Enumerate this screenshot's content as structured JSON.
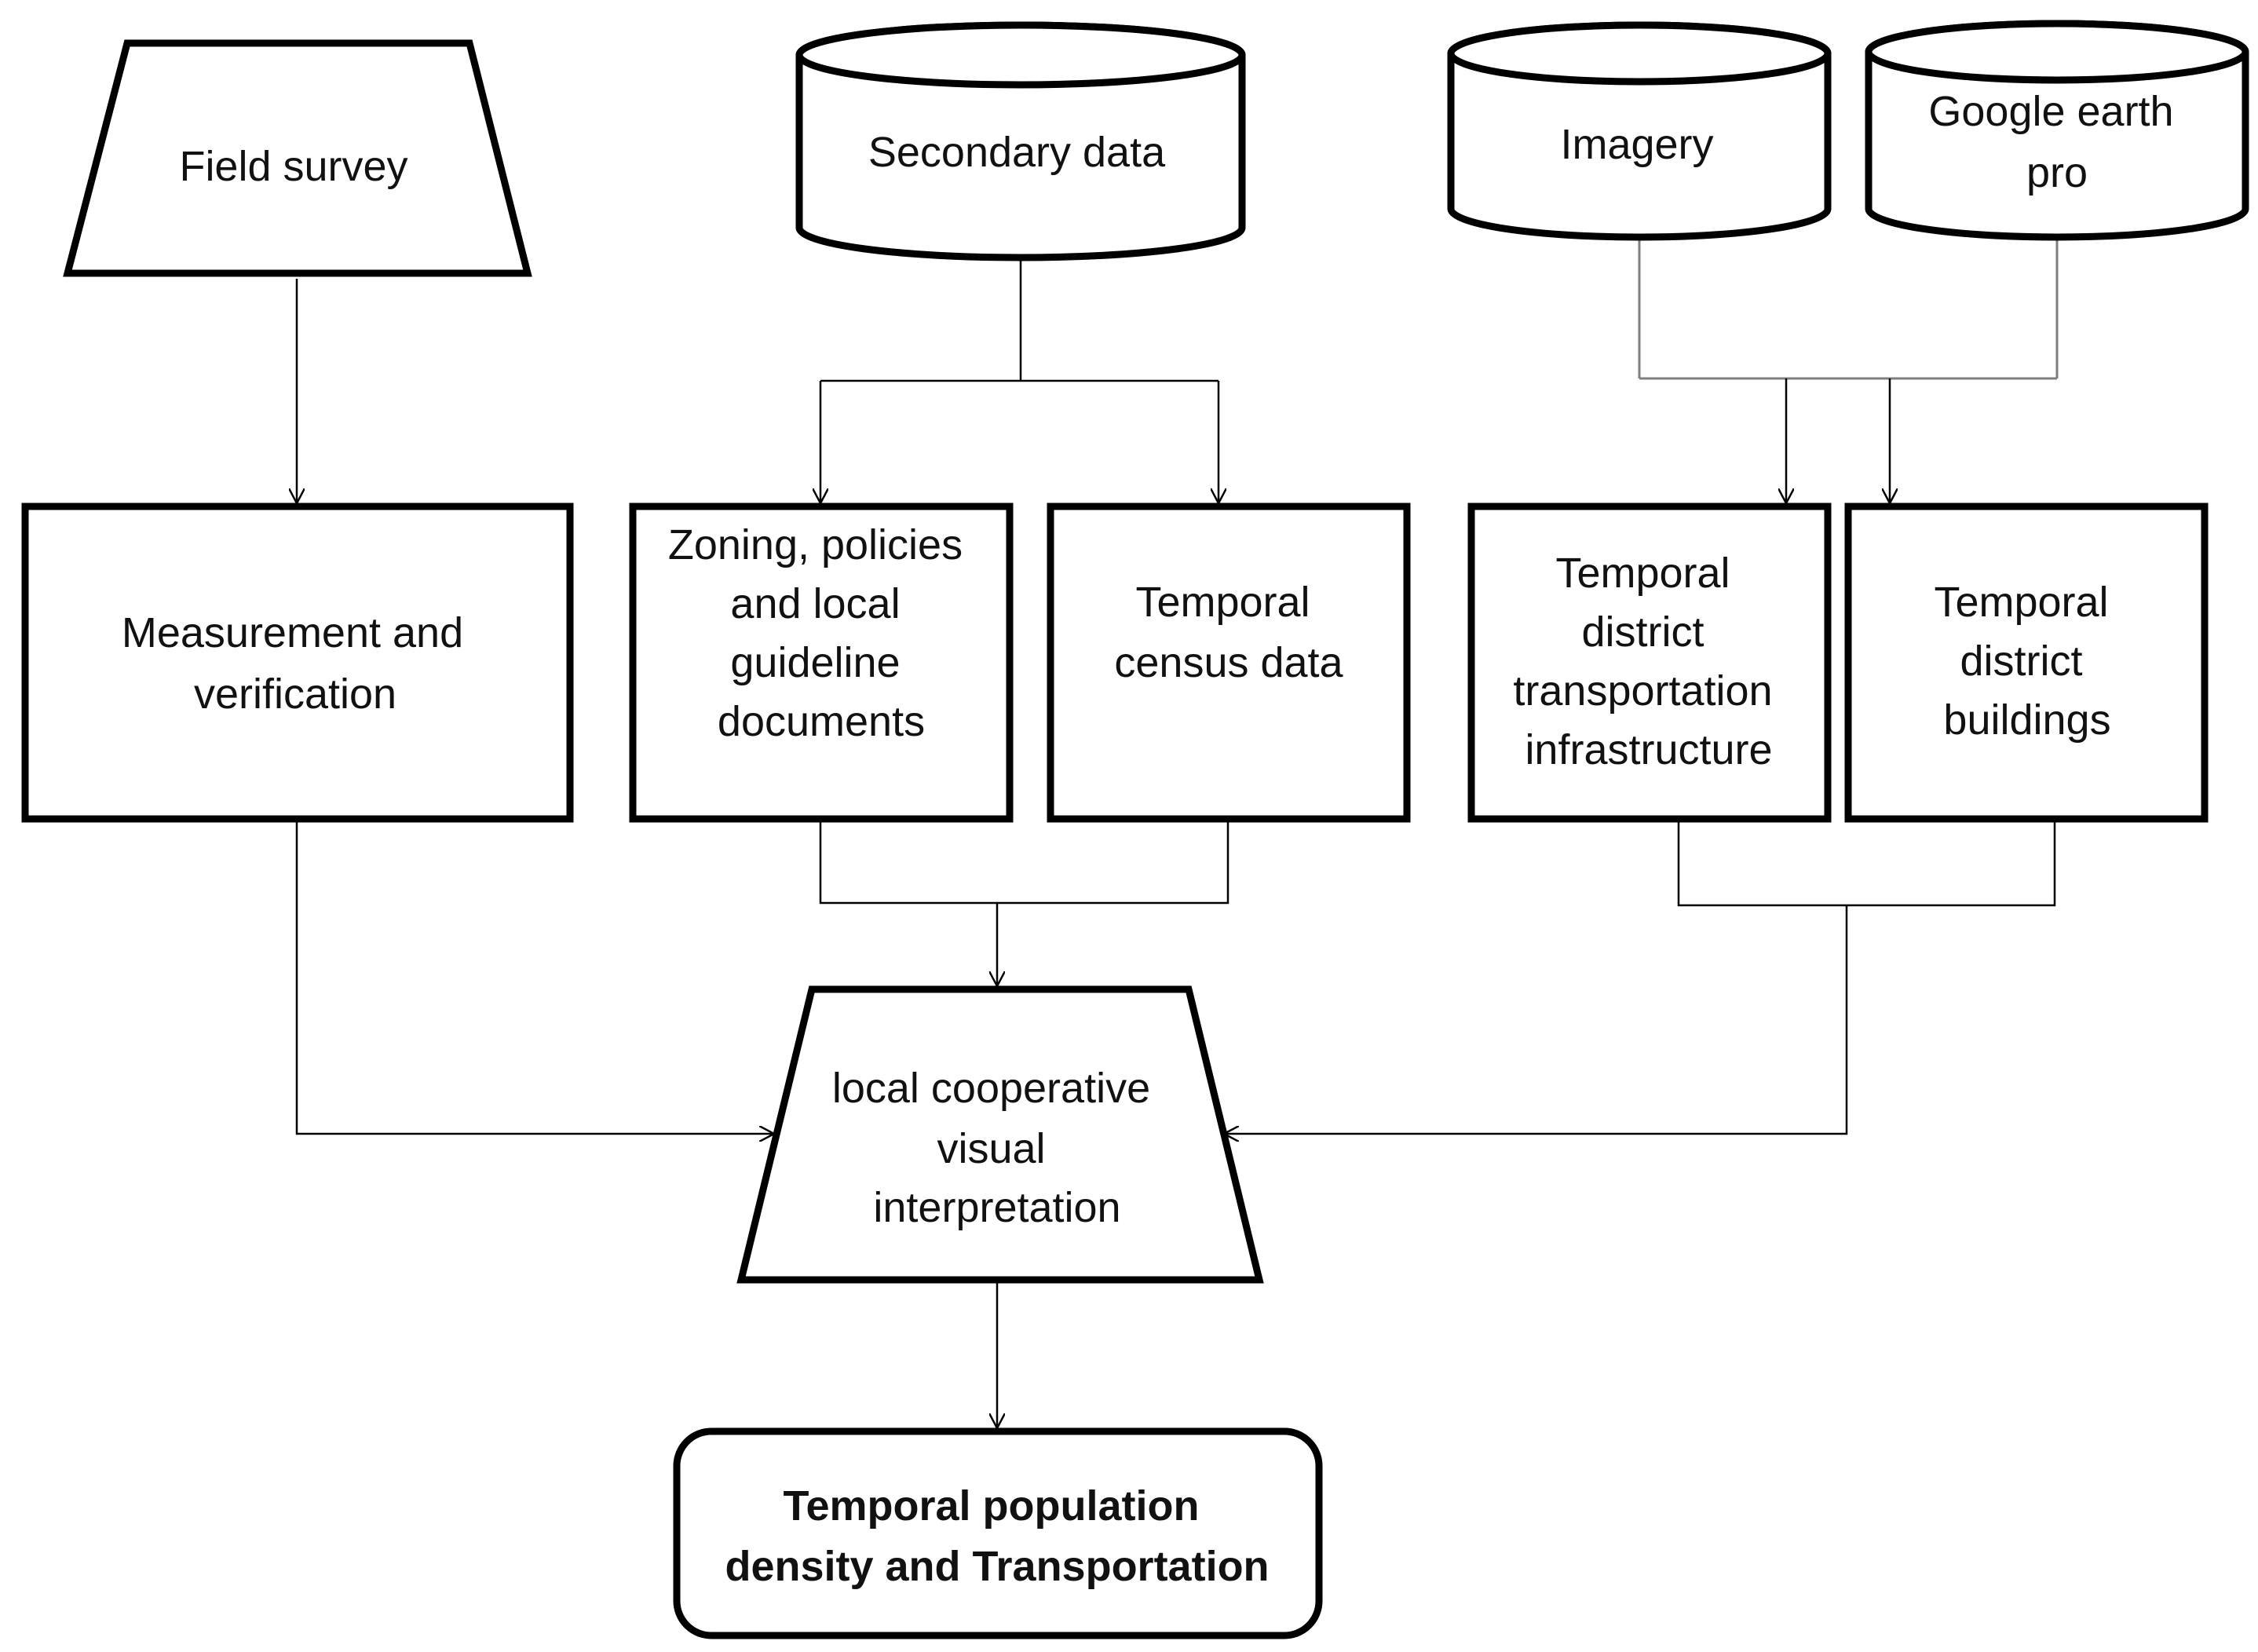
{
  "nodes": {
    "field_survey": [
      "Field survey"
    ],
    "secondary_data": [
      "Secondary data"
    ],
    "imagery": [
      "Imagery"
    ],
    "google_earth": [
      "Google earth",
      "pro"
    ],
    "measurement": [
      "Measurement and",
      "verification"
    ],
    "zoning": [
      "Zoning, policies",
      "and local",
      "guideline",
      "documents"
    ],
    "census": [
      "Temporal",
      "census data"
    ],
    "transport_infra": [
      "Temporal",
      "district",
      "transportation",
      "infrastructure"
    ],
    "buildings": [
      "Temporal",
      "district",
      "buildings"
    ],
    "interpretation": [
      "local cooperative",
      "visual",
      "interpretation"
    ],
    "output": [
      "Temporal population",
      "density and Transportation"
    ]
  }
}
